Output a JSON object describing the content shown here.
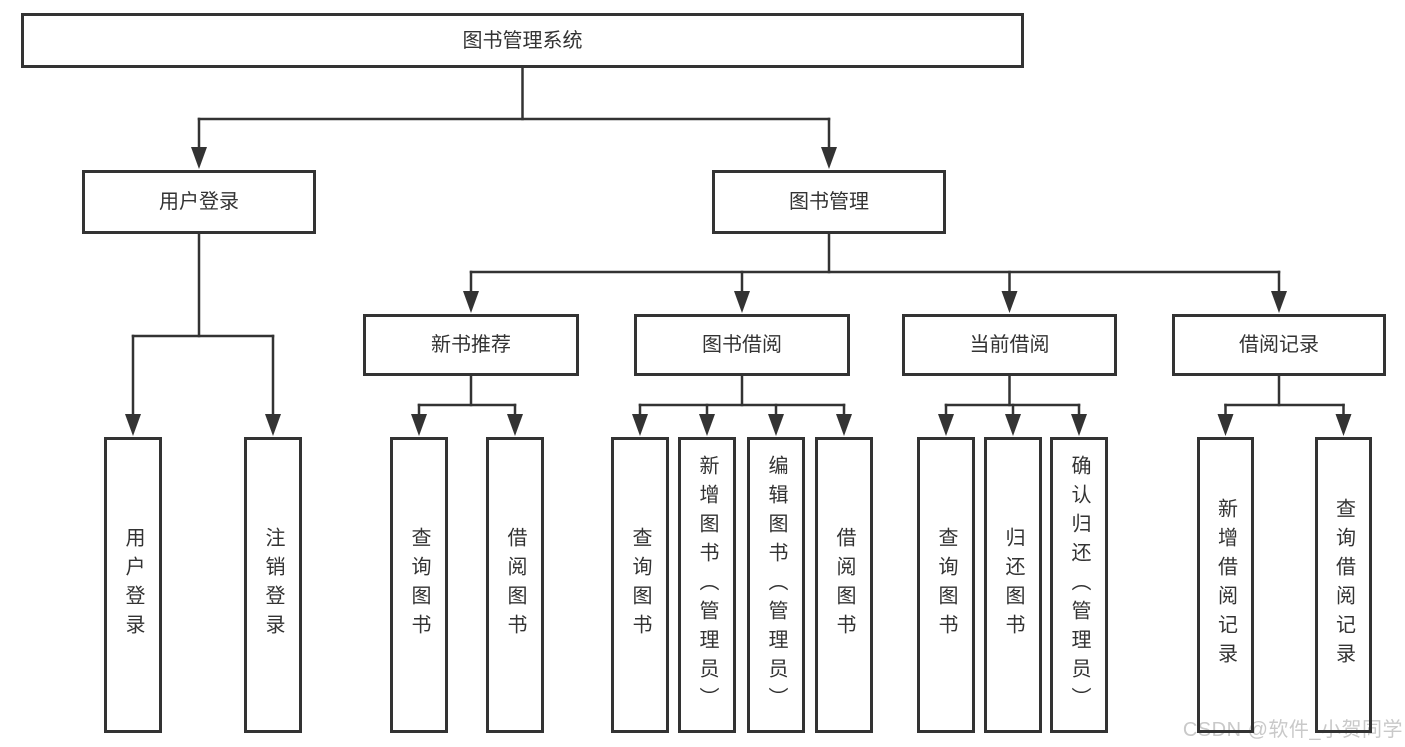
{
  "diagram": {
    "tree": {
      "id": "system",
      "label": "图书管理系统",
      "children": [
        {
          "id": "user-login",
          "label": "用户登录",
          "children": [
            {
              "id": "login",
              "label": "用户登录"
            },
            {
              "id": "logout",
              "label": "注销登录"
            }
          ]
        },
        {
          "id": "book-management",
          "label": "图书管理",
          "children": [
            {
              "id": "new-book-recommendation",
              "label": "新书推荐",
              "children": [
                {
                  "id": "nbr-query-books",
                  "label": "查询图书"
                },
                {
                  "id": "nbr-borrow-books",
                  "label": "借阅图书"
                }
              ]
            },
            {
              "id": "book-borrowing",
              "label": "图书借阅",
              "children": [
                {
                  "id": "bb-query-books",
                  "label": "查询图书"
                },
                {
                  "id": "bb-add-books-admin",
                  "label": "新增图书（管理员）"
                },
                {
                  "id": "bb-edit-books-admin",
                  "label": "编辑图书（管理员）"
                },
                {
                  "id": "bb-borrow-books",
                  "label": "借阅图书"
                }
              ]
            },
            {
              "id": "current-borrowing",
              "label": "当前借阅",
              "children": [
                {
                  "id": "cb-query-books",
                  "label": "查询图书"
                },
                {
                  "id": "cb-return-books",
                  "label": "归还图书"
                },
                {
                  "id": "cb-confirm-return-admin",
                  "label": "确认归还（管理员）"
                }
              ]
            },
            {
              "id": "borrowing-records",
              "label": "借阅记录",
              "children": [
                {
                  "id": "br-add-record",
                  "label": "新增借阅记录"
                },
                {
                  "id": "br-query-record",
                  "label": "查询借阅记录"
                }
              ]
            }
          ]
        }
      ]
    }
  },
  "watermark": {
    "text": "CSDN @软件_小贺同学"
  },
  "colors": {
    "line": "#333333",
    "border": "#333333",
    "text": "#333333",
    "watermark": "#c9c9c9",
    "background": "#ffffff"
  }
}
